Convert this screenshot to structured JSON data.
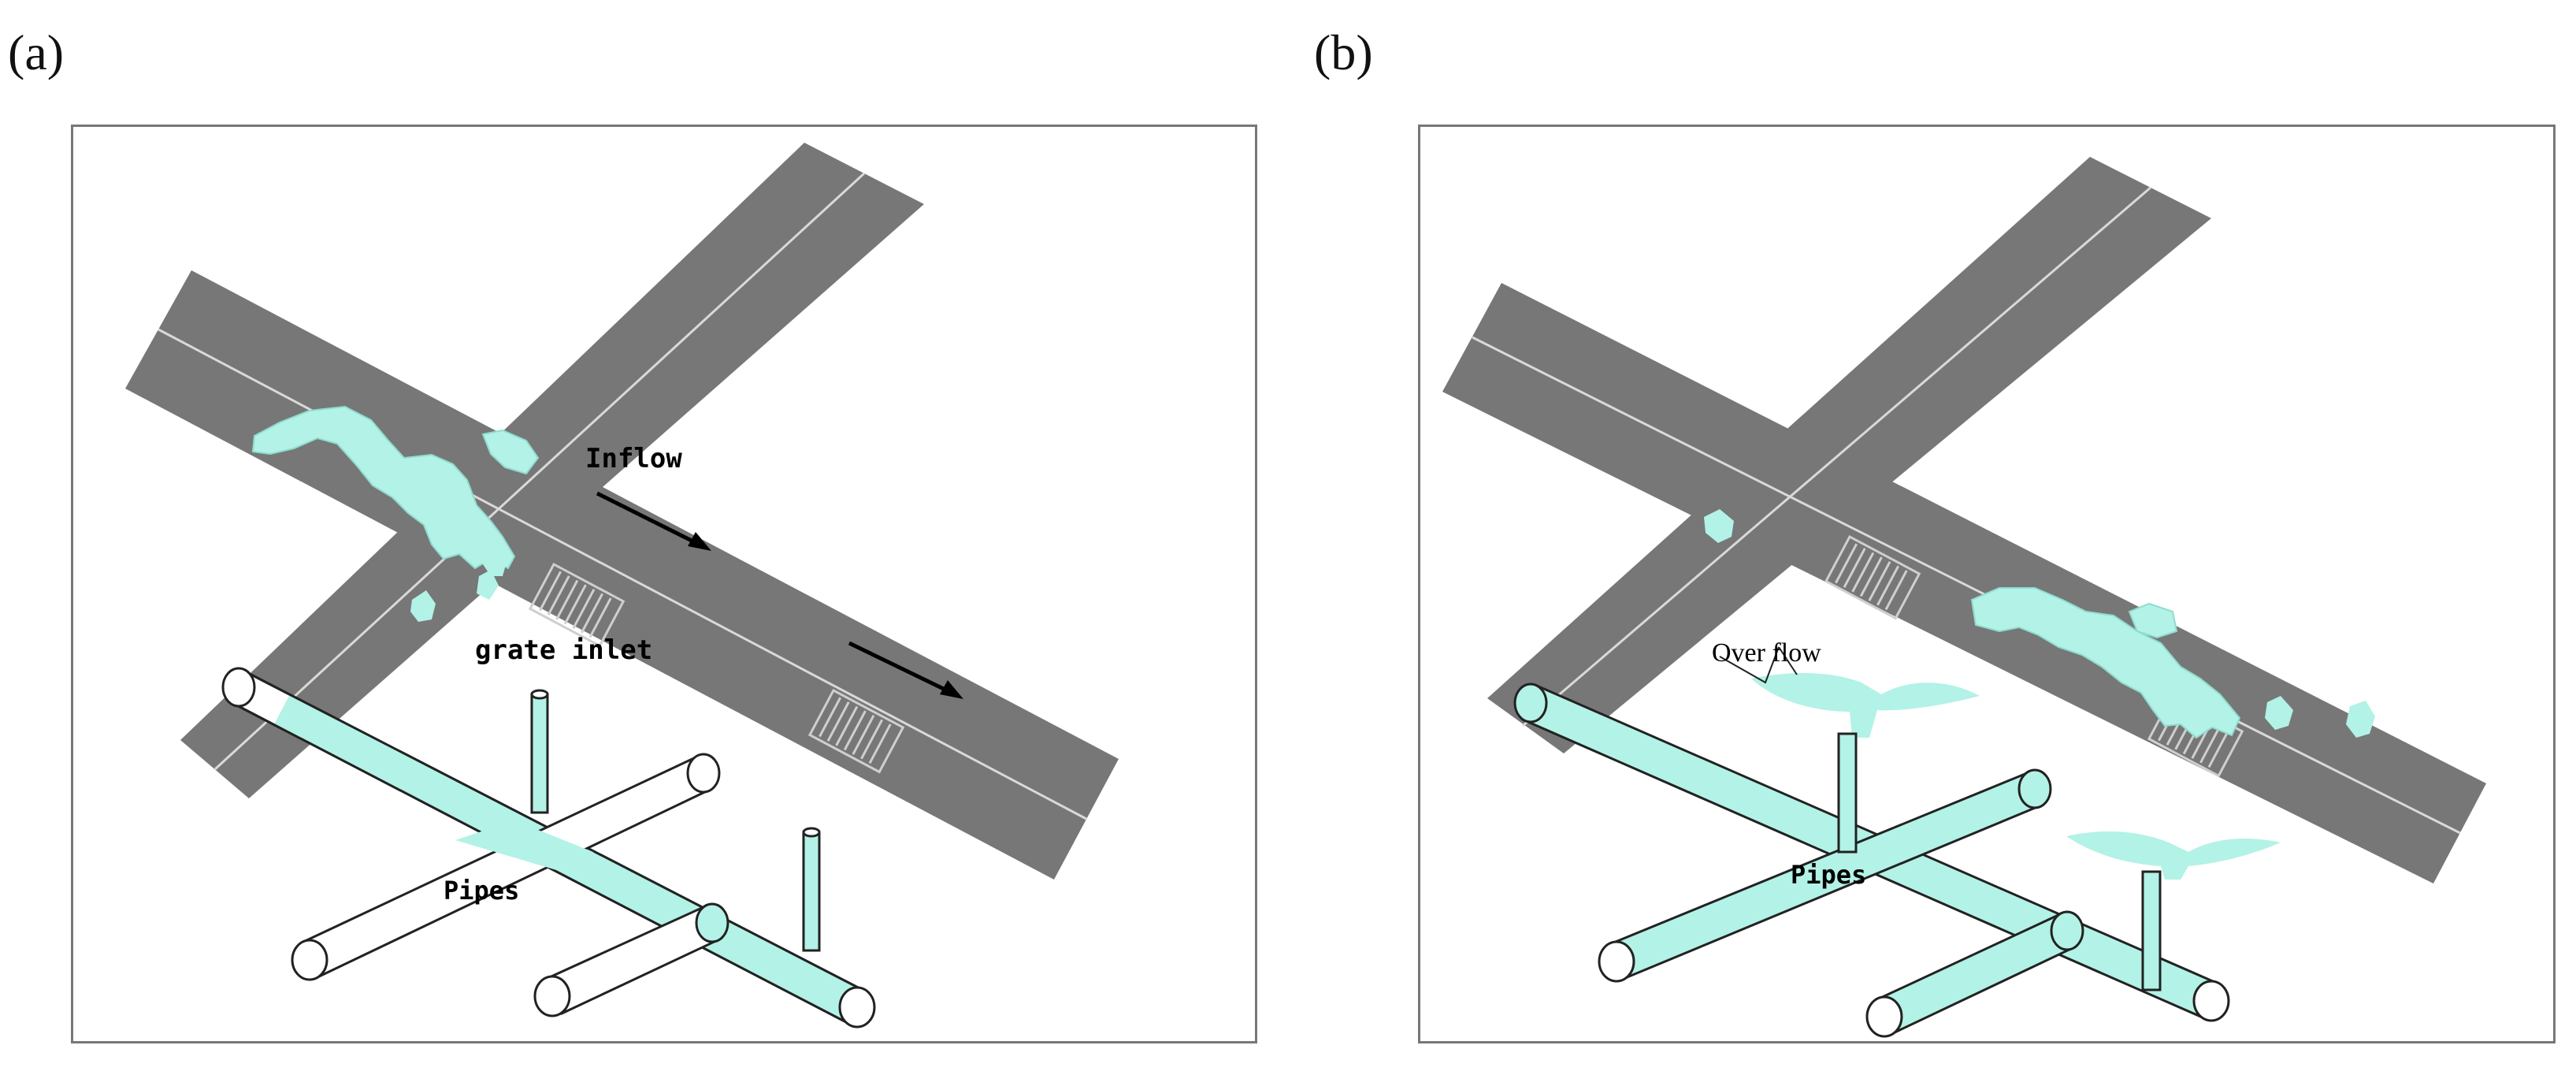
{
  "panels": {
    "a": {
      "label": "(a)",
      "annotations": {
        "inflow": "Inflow",
        "grate_inlet": "grate inlet",
        "pipes": "Pipes"
      }
    },
    "b": {
      "label": "(b)",
      "annotations": {
        "overflow": "Over flow",
        "pipes": "Pipes"
      }
    }
  },
  "colors": {
    "road": "#777777",
    "water": "#b3f2e6",
    "water_edge": "#7fd6c6",
    "line": "#d9d9d9",
    "frame": "#777777"
  }
}
